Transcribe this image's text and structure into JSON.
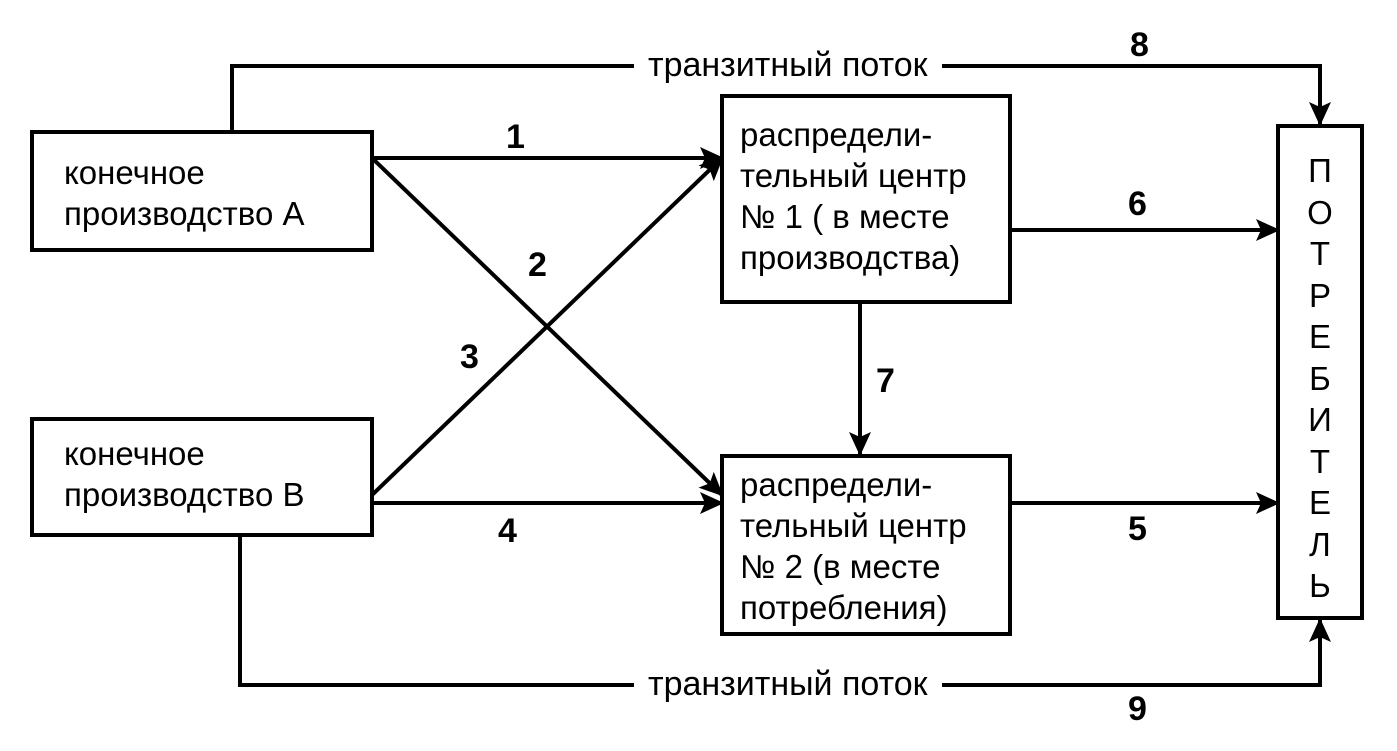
{
  "boxes": {
    "production_a": "конечное\nпроизводство А",
    "production_b": "конечное\nпроизводство В",
    "center_1": "распредели-\nтельный центр\n№ 1 ( в месте\nпроизводства)",
    "center_2": "распредели-\nтельный центр\n№ 2 (в месте\nпотребления)",
    "consumer": "ПОТРЕБИТЕЛЬ"
  },
  "flows": {
    "transit_top": "транзитный поток",
    "transit_bottom": "транзитный поток"
  },
  "arrow_numbers": {
    "n1": "1",
    "n2": "2",
    "n3": "3",
    "n4": "4",
    "n5": "5",
    "n6": "6",
    "n7": "7",
    "n8": "8",
    "n9": "9"
  }
}
